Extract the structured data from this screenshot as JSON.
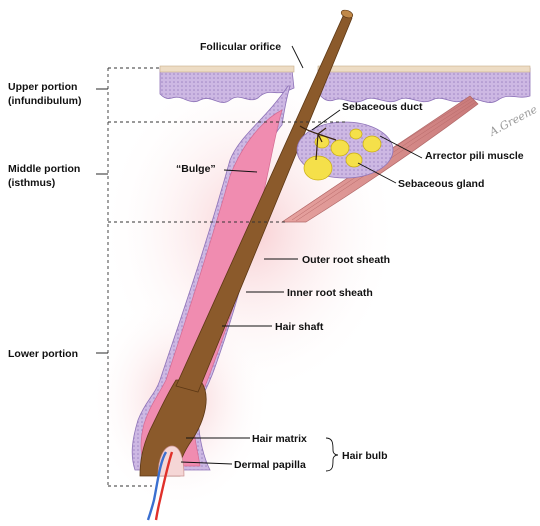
{
  "labels": {
    "follicular_orifice": "Follicular orifice",
    "upper_portion_1": "Upper portion",
    "upper_portion_2": "(infundibulum)",
    "middle_portion_1": "Middle portion",
    "middle_portion_2": "(isthmus)",
    "lower_portion": "Lower portion",
    "bulge": "“Bulge”",
    "sebaceous_duct": "Sebaceous duct",
    "arrector_pili_muscle": "Arrector pili muscle",
    "sebaceous_gland": "Sebaceous gland",
    "outer_root_sheath": "Outer root sheath",
    "inner_root_sheath": "Inner root sheath",
    "hair_shaft": "Hair shaft",
    "hair_matrix": "Hair matrix",
    "dermal_papilla": "Dermal papilla",
    "hair_bulb": "Hair bulb",
    "signature": "A.Greene"
  },
  "colors": {
    "epidermis": "#c8b4e0",
    "stratum_corneum": "#eddcc4",
    "outer_sheath": "#c9b3de",
    "inner_sheath": "#f08cb0",
    "hair": "#8b5a2b",
    "hair_dark": "#5c3714",
    "gland": "#f5e04a",
    "muscle": "#d98c8c",
    "dermis_glow": "#fbe4e4",
    "artery": "#e0302a",
    "vein": "#3a6fd0"
  }
}
